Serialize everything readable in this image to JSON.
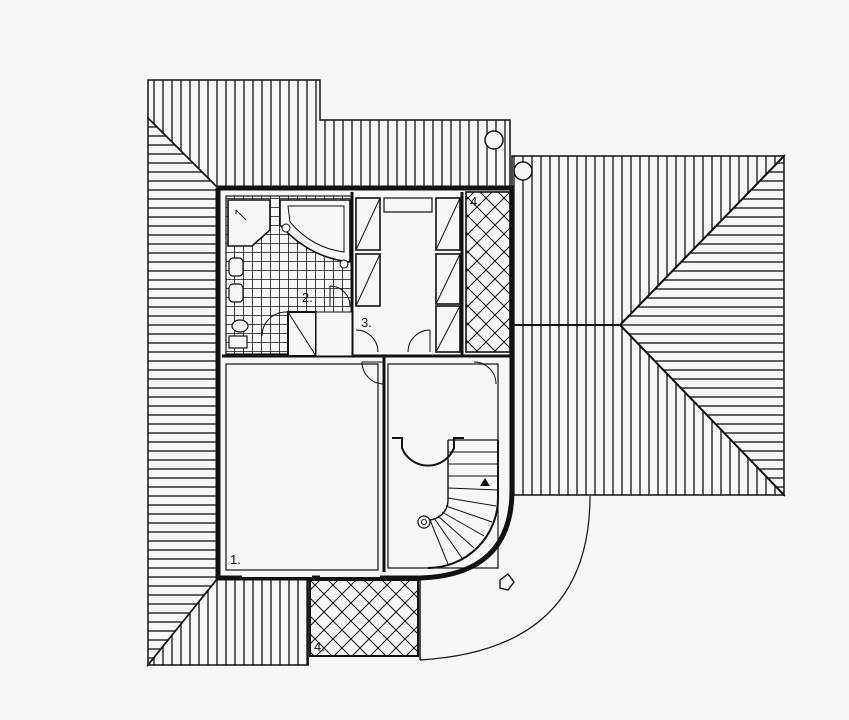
{
  "room_labels": {
    "room_1": "1.",
    "room_2": "2.",
    "room_3": "3.",
    "room_4_top": "4.",
    "room_4_bottom": "4."
  },
  "colors": {
    "paper": "#f7f7f5",
    "ink": "#111111"
  }
}
